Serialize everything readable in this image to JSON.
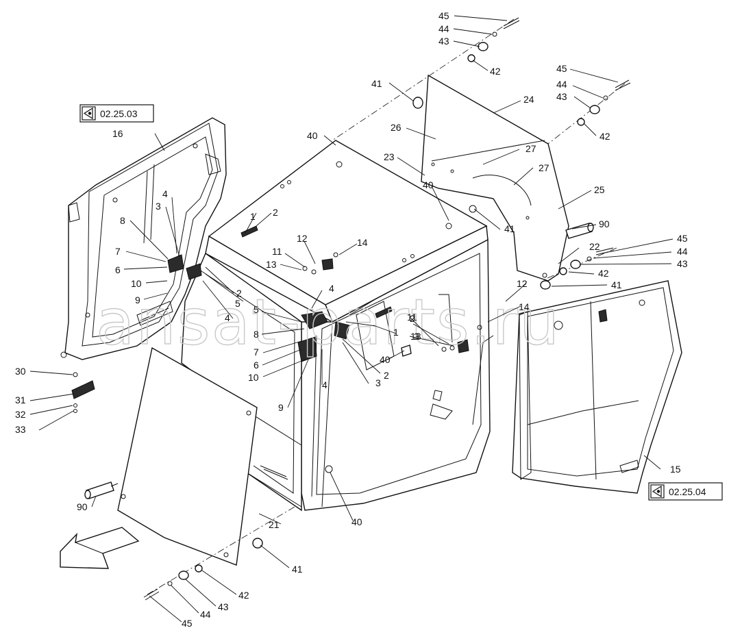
{
  "watermark": "ansat-parts.ru",
  "references": [
    {
      "id": "ref-left",
      "text": "02.25.03"
    },
    {
      "id": "ref-right",
      "text": "02.25.04"
    }
  ],
  "labels": {
    "n1a": "1",
    "n1b": "1",
    "n2a": "2",
    "n2b": "2",
    "n2c": "2",
    "n2d": "2",
    "n3a": "3",
    "n3b": "3",
    "n3c": "3",
    "n4a": "4",
    "n4b": "4",
    "n4c": "4",
    "n4d": "4",
    "n5a": "5",
    "n5b": "5",
    "n6a": "6",
    "n6b": "6",
    "n7a": "7",
    "n7b": "7",
    "n8a": "8",
    "n8b": "8",
    "n9a": "9",
    "n9b": "9",
    "n10a": "10",
    "n10b": "10",
    "n11a": "11",
    "n11b": "11",
    "n12a": "12",
    "n12b": "12",
    "n13": "13",
    "n14a": "14",
    "n14b": "14",
    "n15": "15",
    "n16": "16",
    "n21": "21",
    "n22": "22",
    "n23": "23",
    "n24": "24",
    "n25": "25",
    "n26": "26",
    "n27a": "27",
    "n27b": "27",
    "n30": "30",
    "n31": "31",
    "n32": "32",
    "n33": "33",
    "n40a": "40",
    "n40b": "40",
    "n40c": "40",
    "n40d": "40",
    "n41a": "41",
    "n41b": "41",
    "n41c": "41",
    "n41d": "41",
    "n42a": "42",
    "n42b": "42",
    "n42c": "42",
    "n42d": "42",
    "n43a": "43",
    "n43b": "43",
    "n43c": "43",
    "n43d": "43",
    "n44a": "44",
    "n44b": "44",
    "n44c": "44",
    "n44d": "44",
    "n45a": "45",
    "n45b": "45",
    "n45c": "45",
    "n45d": "45",
    "n90a": "90",
    "n90b": "90"
  }
}
